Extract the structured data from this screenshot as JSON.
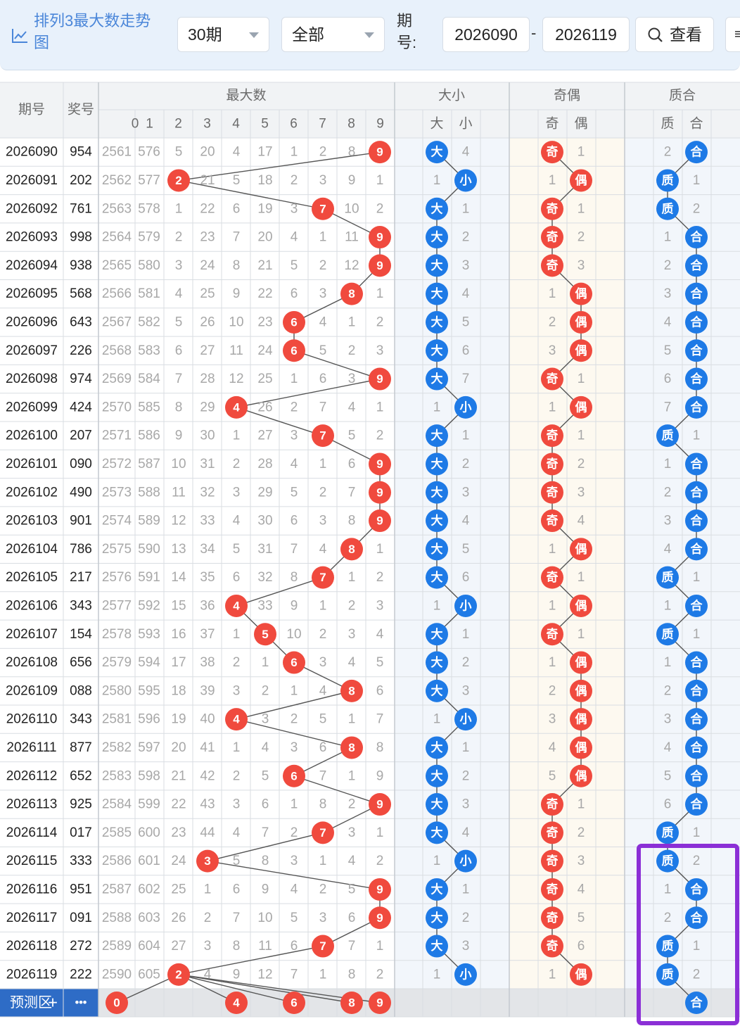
{
  "toolbar": {
    "title": "排列3最大数走势图",
    "period_select": "30期",
    "filter_select": "全部",
    "range_label": "期号:",
    "range_start": "2026090",
    "range_separator": "-",
    "range_end": "2026119",
    "query_label": "查看",
    "more_label": "≡"
  },
  "colors": {
    "red_ball": "#f04a3e",
    "blue_ball": "#1e7ae6",
    "highlight_box": "#8b2fd6",
    "header_bg": "#f1f3f5",
    "row_bg": "#ffffff",
    "big_section_bg": "#f2f6fb",
    "odd_section_bg": "#fdf9f0",
    "prime_section_bg": "#f2f6fb"
  },
  "headers": {
    "period": "期号",
    "number": "奖号",
    "max_group": "最大数",
    "size_group": "大小",
    "parity_group": "奇偶",
    "prime_group": "质合",
    "max_digits": [
      "0",
      "1",
      "2",
      "3",
      "4",
      "5",
      "6",
      "7",
      "8",
      "9"
    ],
    "size_cols": [
      "大",
      "小"
    ],
    "parity_cols": [
      "奇",
      "偶"
    ],
    "prime_cols": [
      "质",
      "合"
    ]
  },
  "rows": [
    {
      "period": "2026090",
      "number": "954",
      "max": [
        "2561",
        "576",
        "5",
        "20",
        "4",
        "17",
        "1",
        "2",
        "8",
        "9"
      ],
      "size": [
        "大",
        "4"
      ],
      "parity": [
        "奇",
        "1"
      ],
      "prime": [
        "2",
        "合"
      ]
    },
    {
      "period": "2026091",
      "number": "202",
      "max": [
        "2562",
        "577",
        "2",
        "21",
        "5",
        "18",
        "2",
        "3",
        "9",
        "1"
      ],
      "size": [
        "1",
        "小"
      ],
      "parity": [
        "1",
        "偶"
      ],
      "prime": [
        "质",
        "1"
      ]
    },
    {
      "period": "2026092",
      "number": "761",
      "max": [
        "2563",
        "578",
        "1",
        "22",
        "6",
        "19",
        "3",
        "7",
        "10",
        "2"
      ],
      "size": [
        "大",
        "1"
      ],
      "parity": [
        "奇",
        "1"
      ],
      "prime": [
        "质",
        "2"
      ]
    },
    {
      "period": "2026093",
      "number": "998",
      "max": [
        "2564",
        "579",
        "2",
        "23",
        "7",
        "20",
        "4",
        "1",
        "11",
        "9"
      ],
      "size": [
        "大",
        "2"
      ],
      "parity": [
        "奇",
        "2"
      ],
      "prime": [
        "1",
        "合"
      ]
    },
    {
      "period": "2026094",
      "number": "938",
      "max": [
        "2565",
        "580",
        "3",
        "24",
        "8",
        "21",
        "5",
        "2",
        "12",
        "9"
      ],
      "size": [
        "大",
        "3"
      ],
      "parity": [
        "奇",
        "3"
      ],
      "prime": [
        "2",
        "合"
      ]
    },
    {
      "period": "2026095",
      "number": "568",
      "max": [
        "2566",
        "581",
        "4",
        "25",
        "9",
        "22",
        "6",
        "3",
        "8",
        "1"
      ],
      "size": [
        "大",
        "4"
      ],
      "parity": [
        "1",
        "偶"
      ],
      "prime": [
        "3",
        "合"
      ]
    },
    {
      "period": "2026096",
      "number": "643",
      "max": [
        "2567",
        "582",
        "5",
        "26",
        "10",
        "23",
        "6",
        "4",
        "1",
        "2"
      ],
      "size": [
        "大",
        "5"
      ],
      "parity": [
        "2",
        "偶"
      ],
      "prime": [
        "4",
        "合"
      ]
    },
    {
      "period": "2026097",
      "number": "226",
      "max": [
        "2568",
        "583",
        "6",
        "27",
        "11",
        "24",
        "6",
        "5",
        "2",
        "3"
      ],
      "size": [
        "大",
        "6"
      ],
      "parity": [
        "3",
        "偶"
      ],
      "prime": [
        "5",
        "合"
      ]
    },
    {
      "period": "2026098",
      "number": "974",
      "max": [
        "2569",
        "584",
        "7",
        "28",
        "12",
        "25",
        "1",
        "6",
        "3",
        "9"
      ],
      "size": [
        "大",
        "7"
      ],
      "parity": [
        "奇",
        "1"
      ],
      "prime": [
        "6",
        "合"
      ]
    },
    {
      "period": "2026099",
      "number": "424",
      "max": [
        "2570",
        "585",
        "8",
        "29",
        "4",
        "26",
        "2",
        "7",
        "4",
        "1"
      ],
      "size": [
        "1",
        "小"
      ],
      "parity": [
        "1",
        "偶"
      ],
      "prime": [
        "7",
        "合"
      ]
    },
    {
      "period": "2026100",
      "number": "207",
      "max": [
        "2571",
        "586",
        "9",
        "30",
        "1",
        "27",
        "3",
        "7",
        "5",
        "2"
      ],
      "size": [
        "大",
        "1"
      ],
      "parity": [
        "奇",
        "1"
      ],
      "prime": [
        "质",
        "1"
      ]
    },
    {
      "period": "2026101",
      "number": "090",
      "max": [
        "2572",
        "587",
        "10",
        "31",
        "2",
        "28",
        "4",
        "1",
        "6",
        "9"
      ],
      "size": [
        "大",
        "2"
      ],
      "parity": [
        "奇",
        "2"
      ],
      "prime": [
        "1",
        "合"
      ]
    },
    {
      "period": "2026102",
      "number": "490",
      "max": [
        "2573",
        "588",
        "11",
        "32",
        "3",
        "29",
        "5",
        "2",
        "7",
        "9"
      ],
      "size": [
        "大",
        "3"
      ],
      "parity": [
        "奇",
        "3"
      ],
      "prime": [
        "2",
        "合"
      ]
    },
    {
      "period": "2026103",
      "number": "901",
      "max": [
        "2574",
        "589",
        "12",
        "33",
        "4",
        "30",
        "6",
        "3",
        "8",
        "9"
      ],
      "size": [
        "大",
        "4"
      ],
      "parity": [
        "奇",
        "4"
      ],
      "prime": [
        "3",
        "合"
      ]
    },
    {
      "period": "2026104",
      "number": "786",
      "max": [
        "2575",
        "590",
        "13",
        "34",
        "5",
        "31",
        "7",
        "4",
        "8",
        "1"
      ],
      "size": [
        "大",
        "5"
      ],
      "parity": [
        "1",
        "偶"
      ],
      "prime": [
        "4",
        "合"
      ]
    },
    {
      "period": "2026105",
      "number": "217",
      "max": [
        "2576",
        "591",
        "14",
        "35",
        "6",
        "32",
        "8",
        "7",
        "1",
        "2"
      ],
      "size": [
        "大",
        "6"
      ],
      "parity": [
        "奇",
        "1"
      ],
      "prime": [
        "质",
        "1"
      ]
    },
    {
      "period": "2026106",
      "number": "343",
      "max": [
        "2577",
        "592",
        "15",
        "36",
        "4",
        "33",
        "9",
        "1",
        "2",
        "3"
      ],
      "size": [
        "1",
        "小"
      ],
      "parity": [
        "1",
        "偶"
      ],
      "prime": [
        "1",
        "合"
      ]
    },
    {
      "period": "2026107",
      "number": "154",
      "max": [
        "2578",
        "593",
        "16",
        "37",
        "1",
        "5",
        "10",
        "2",
        "3",
        "4"
      ],
      "size": [
        "大",
        "1"
      ],
      "parity": [
        "奇",
        "1"
      ],
      "prime": [
        "质",
        "1"
      ]
    },
    {
      "period": "2026108",
      "number": "656",
      "max": [
        "2579",
        "594",
        "17",
        "38",
        "2",
        "1",
        "6",
        "3",
        "4",
        "5"
      ],
      "size": [
        "大",
        "2"
      ],
      "parity": [
        "1",
        "偶"
      ],
      "prime": [
        "1",
        "合"
      ]
    },
    {
      "period": "2026109",
      "number": "088",
      "max": [
        "2580",
        "595",
        "18",
        "39",
        "3",
        "2",
        "1",
        "4",
        "8",
        "6"
      ],
      "size": [
        "大",
        "3"
      ],
      "parity": [
        "2",
        "偶"
      ],
      "prime": [
        "2",
        "合"
      ]
    },
    {
      "period": "2026110",
      "number": "343",
      "max": [
        "2581",
        "596",
        "19",
        "40",
        "4",
        "3",
        "2",
        "5",
        "1",
        "7"
      ],
      "size": [
        "1",
        "小"
      ],
      "parity": [
        "3",
        "偶"
      ],
      "prime": [
        "3",
        "合"
      ]
    },
    {
      "period": "2026111",
      "number": "877",
      "max": [
        "2582",
        "597",
        "20",
        "41",
        "1",
        "4",
        "3",
        "6",
        "8",
        "8"
      ],
      "size": [
        "大",
        "1"
      ],
      "parity": [
        "4",
        "偶"
      ],
      "prime": [
        "4",
        "合"
      ]
    },
    {
      "period": "2026112",
      "number": "652",
      "max": [
        "2583",
        "598",
        "21",
        "42",
        "2",
        "5",
        "6",
        "7",
        "1",
        "9"
      ],
      "size": [
        "大",
        "2"
      ],
      "parity": [
        "5",
        "偶"
      ],
      "prime": [
        "5",
        "合"
      ]
    },
    {
      "period": "2026113",
      "number": "925",
      "max": [
        "2584",
        "599",
        "22",
        "43",
        "3",
        "6",
        "1",
        "8",
        "2",
        "9"
      ],
      "size": [
        "大",
        "3"
      ],
      "parity": [
        "奇",
        "1"
      ],
      "prime": [
        "6",
        "合"
      ]
    },
    {
      "period": "2026114",
      "number": "017",
      "max": [
        "2585",
        "600",
        "23",
        "44",
        "4",
        "7",
        "2",
        "7",
        "3",
        "1"
      ],
      "size": [
        "大",
        "4"
      ],
      "parity": [
        "奇",
        "2"
      ],
      "prime": [
        "质",
        "1"
      ]
    },
    {
      "period": "2026115",
      "number": "333",
      "max": [
        "2586",
        "601",
        "24",
        "3",
        "5",
        "8",
        "3",
        "1",
        "4",
        "2"
      ],
      "size": [
        "1",
        "小"
      ],
      "parity": [
        "奇",
        "3"
      ],
      "prime": [
        "质",
        "2"
      ]
    },
    {
      "period": "2026116",
      "number": "951",
      "max": [
        "2587",
        "602",
        "25",
        "1",
        "6",
        "9",
        "4",
        "2",
        "5",
        "9"
      ],
      "size": [
        "大",
        "1"
      ],
      "parity": [
        "奇",
        "4"
      ],
      "prime": [
        "1",
        "合"
      ]
    },
    {
      "period": "2026117",
      "number": "091",
      "max": [
        "2588",
        "603",
        "26",
        "2",
        "7",
        "10",
        "5",
        "3",
        "6",
        "9"
      ],
      "size": [
        "大",
        "2"
      ],
      "parity": [
        "奇",
        "5"
      ],
      "prime": [
        "2",
        "合"
      ]
    },
    {
      "period": "2026118",
      "number": "272",
      "max": [
        "2589",
        "604",
        "27",
        "3",
        "8",
        "11",
        "6",
        "7",
        "7",
        "1"
      ],
      "size": [
        "大",
        "3"
      ],
      "parity": [
        "奇",
        "6"
      ],
      "prime": [
        "质",
        "1"
      ]
    },
    {
      "period": "2026119",
      "number": "222",
      "max": [
        "2590",
        "605",
        "2",
        "4",
        "9",
        "12",
        "7",
        "1",
        "8",
        "2"
      ],
      "size": [
        "1",
        "小"
      ],
      "parity": [
        "1",
        "偶"
      ],
      "prime": [
        "质",
        "2"
      ]
    }
  ],
  "max_hits": [
    9,
    2,
    7,
    9,
    9,
    8,
    6,
    6,
    9,
    4,
    7,
    9,
    9,
    9,
    8,
    7,
    4,
    5,
    6,
    8,
    4,
    8,
    6,
    9,
    7,
    3,
    9,
    9,
    7,
    2
  ],
  "size_hits": [
    0,
    1,
    0,
    0,
    0,
    0,
    0,
    0,
    0,
    1,
    0,
    0,
    0,
    0,
    0,
    0,
    1,
    0,
    0,
    0,
    1,
    0,
    0,
    0,
    0,
    1,
    0,
    0,
    0,
    1
  ],
  "parity_hits": [
    0,
    1,
    0,
    0,
    0,
    1,
    1,
    1,
    0,
    1,
    0,
    0,
    0,
    0,
    1,
    0,
    1,
    0,
    1,
    1,
    1,
    1,
    1,
    0,
    0,
    0,
    0,
    0,
    0,
    1
  ],
  "prime_hits": [
    1,
    0,
    0,
    1,
    1,
    1,
    1,
    1,
    1,
    1,
    0,
    1,
    1,
    1,
    1,
    0,
    1,
    0,
    1,
    1,
    1,
    1,
    1,
    1,
    0,
    0,
    1,
    1,
    0,
    0
  ],
  "predict": {
    "label": "预测区",
    "plus": "+",
    "more": "•••",
    "max_picks": [
      "0",
      "4",
      "6",
      "8",
      "9"
    ],
    "prime_pick": "合"
  }
}
